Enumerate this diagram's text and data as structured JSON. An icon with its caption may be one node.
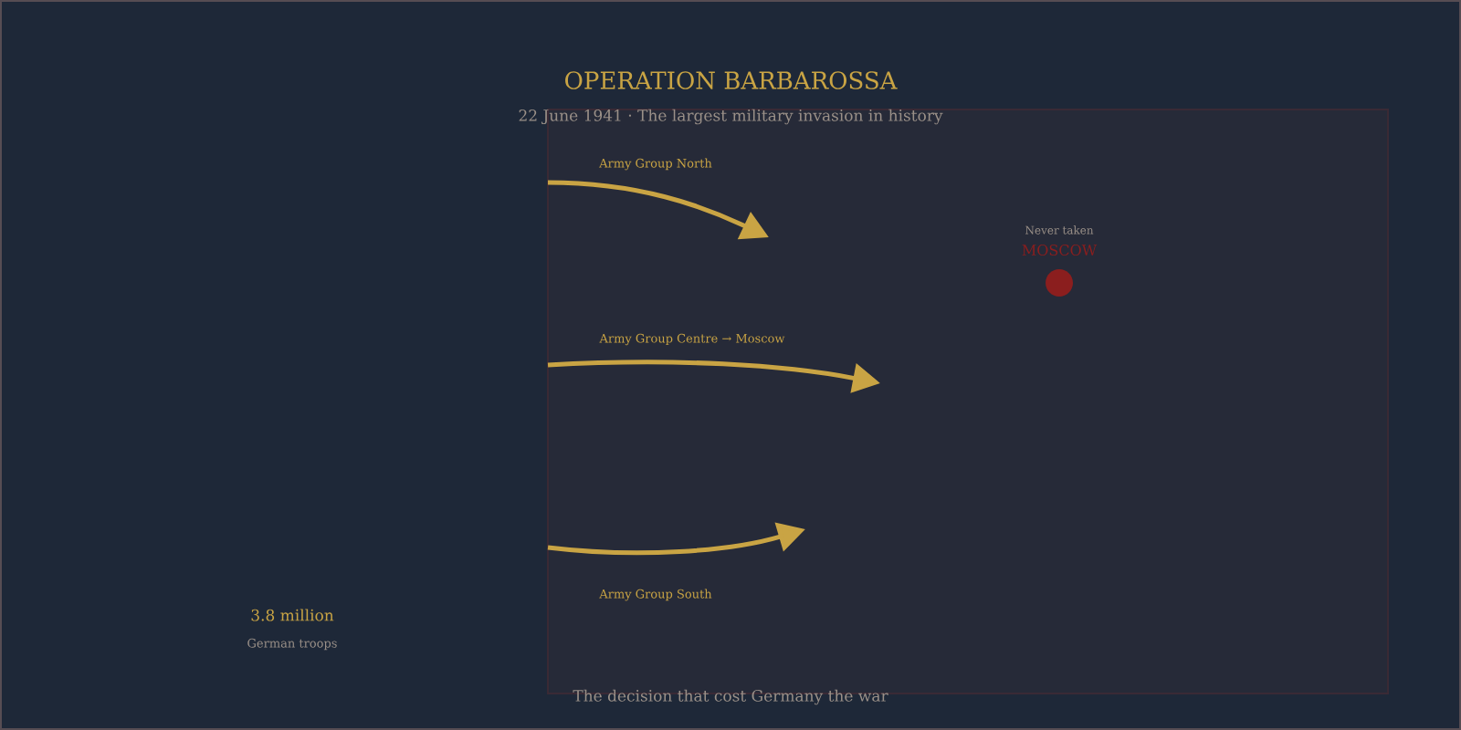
{
  "diagram": {
    "title": "OPERATION BARBAROSSA",
    "nodes": [
      {
        "text": [
          "MOSCOW"
        ],
        "beside": [
          "Never taken"
        ]
      }
    ],
    "labels": [
      "22 June 1941 · The largest military invasion in history",
      "Army Group North",
      "Army Group Centre → Moscow",
      "Army Group South",
      "3.8 million",
      "German troops",
      "The decision that cost Germany the war"
    ]
  }
}
